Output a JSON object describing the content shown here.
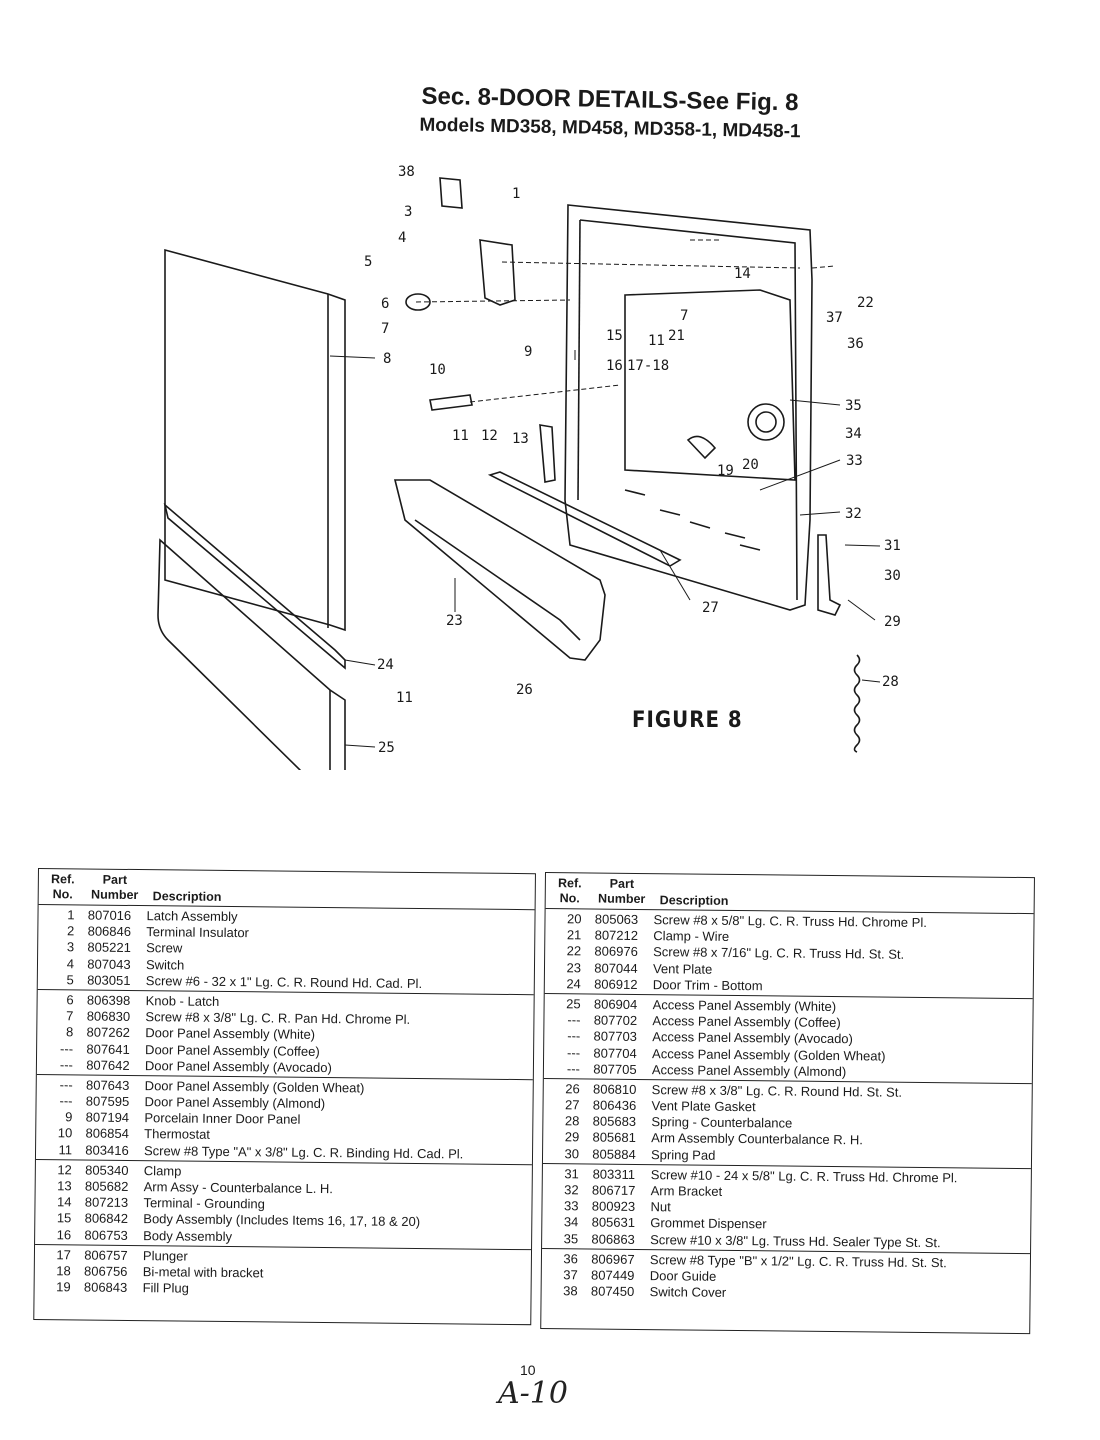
{
  "header": {
    "title": "Sec. 8-DOOR DETAILS-See Fig. 8",
    "subtitle": "Models MD358, MD458, MD358-1, MD458-1"
  },
  "figure": {
    "caption": "FIGURE 8",
    "callouts": [
      "1",
      "3",
      "4",
      "5",
      "6",
      "7",
      "8",
      "9",
      "10",
      "11",
      "12",
      "13",
      "14",
      "15",
      "16",
      "17-18",
      "19",
      "20",
      "21",
      "22",
      "23",
      "24",
      "25",
      "26",
      "27",
      "28",
      "29",
      "30",
      "31",
      "32",
      "33",
      "34",
      "35",
      "36",
      "37",
      "38"
    ]
  },
  "table_headers": {
    "ref": [
      "Ref.",
      "No."
    ],
    "part": [
      "Part",
      "Number"
    ],
    "desc": "Description"
  },
  "left_table": [
    [
      {
        "ref": "1",
        "part": "807016",
        "desc": "Latch Assembly"
      },
      {
        "ref": "2",
        "part": "806846",
        "desc": "Terminal Insulator"
      },
      {
        "ref": "3",
        "part": "805221",
        "desc": "Screw"
      },
      {
        "ref": "4",
        "part": "807043",
        "desc": "Switch"
      },
      {
        "ref": "5",
        "part": "803051",
        "desc": "Screw #6 - 32 x 1\" Lg. C. R. Round Hd. Cad. Pl."
      }
    ],
    [
      {
        "ref": "6",
        "part": "806398",
        "desc": "Knob - Latch"
      },
      {
        "ref": "7",
        "part": "806830",
        "desc": "Screw #8 x 3/8\" Lg. C. R. Pan Hd. Chrome Pl."
      },
      {
        "ref": "8",
        "part": "807262",
        "desc": "Door Panel Assembly (White)"
      },
      {
        "ref": "---",
        "part": "807641",
        "desc": "Door Panel Assembly (Coffee)"
      },
      {
        "ref": "---",
        "part": "807642",
        "desc": "Door Panel Assembly (Avocado)"
      }
    ],
    [
      {
        "ref": "---",
        "part": "807643",
        "desc": "Door Panel Assembly (Golden Wheat)"
      },
      {
        "ref": "---",
        "part": "807595",
        "desc": "Door Panel Assembly (Almond)"
      },
      {
        "ref": "9",
        "part": "807194",
        "desc": "Porcelain Inner Door Panel"
      },
      {
        "ref": "10",
        "part": "806854",
        "desc": "Thermostat"
      },
      {
        "ref": "11",
        "part": "803416",
        "desc": "Screw #8 Type \"A\" x 3/8\" Lg. C. R. Binding Hd. Cad. Pl."
      }
    ],
    [
      {
        "ref": "12",
        "part": "805340",
        "desc": "Clamp"
      },
      {
        "ref": "13",
        "part": "805682",
        "desc": "Arm Assy - Counterbalance L. H."
      },
      {
        "ref": "14",
        "part": "807213",
        "desc": "Terminal - Grounding"
      },
      {
        "ref": "15",
        "part": "806842",
        "desc": "Body Assembly (Includes Items 16, 17, 18 & 20)"
      },
      {
        "ref": "16",
        "part": "806753",
        "desc": "Body Assembly"
      }
    ],
    [
      {
        "ref": "17",
        "part": "806757",
        "desc": "Plunger"
      },
      {
        "ref": "18",
        "part": "806756",
        "desc": "Bi-metal with bracket"
      },
      {
        "ref": "19",
        "part": "806843",
        "desc": "Fill Plug"
      }
    ]
  ],
  "right_table": [
    [
      {
        "ref": "20",
        "part": "805063",
        "desc": "Screw #8 x 5/8\" Lg. C. R. Truss Hd. Chrome Pl."
      },
      {
        "ref": "21",
        "part": "807212",
        "desc": "Clamp - Wire"
      },
      {
        "ref": "22",
        "part": "806976",
        "desc": "Screw #8 x 7/16\" Lg. C. R. Truss Hd. St. St."
      },
      {
        "ref": "23",
        "part": "807044",
        "desc": "Vent Plate"
      },
      {
        "ref": "24",
        "part": "806912",
        "desc": "Door Trim - Bottom"
      }
    ],
    [
      {
        "ref": "25",
        "part": "806904",
        "desc": "Access Panel Assembly (White)"
      },
      {
        "ref": "---",
        "part": "807702",
        "desc": "Access Panel Assembly (Coffee)"
      },
      {
        "ref": "---",
        "part": "807703",
        "desc": "Access Panel Assembly (Avocado)"
      },
      {
        "ref": "---",
        "part": "807704",
        "desc": "Access Panel Assembly (Golden Wheat)"
      },
      {
        "ref": "---",
        "part": "807705",
        "desc": "Access Panel Assembly (Almond)"
      }
    ],
    [
      {
        "ref": "26",
        "part": "806810",
        "desc": "Screw #8 x 3/8\" Lg. C. R. Round Hd. St. St."
      },
      {
        "ref": "27",
        "part": "806436",
        "desc": "Vent Plate Gasket"
      },
      {
        "ref": "28",
        "part": "805683",
        "desc": "Spring - Counterbalance"
      },
      {
        "ref": "29",
        "part": "805681",
        "desc": "Arm Assembly Counterbalance R. H."
      },
      {
        "ref": "30",
        "part": "805884",
        "desc": "Spring Pad"
      }
    ],
    [
      {
        "ref": "31",
        "part": "803311",
        "desc": "Screw #10 - 24 x 5/8\" Lg. C. R. Truss Hd. Chrome Pl."
      },
      {
        "ref": "32",
        "part": "806717",
        "desc": "Arm Bracket"
      },
      {
        "ref": "33",
        "part": "800923",
        "desc": "Nut"
      },
      {
        "ref": "34",
        "part": "805631",
        "desc": "Grommet Dispenser"
      },
      {
        "ref": "35",
        "part": "806863",
        "desc": "Screw #10 x 3/8\" Lg. Truss Hd. Sealer Type St. St."
      }
    ],
    [
      {
        "ref": "36",
        "part": "806967",
        "desc": "Screw #8 Type \"B\" x 1/2\" Lg. C. R. Truss Hd. St. St."
      },
      {
        "ref": "37",
        "part": "807449",
        "desc": "Door Guide"
      },
      {
        "ref": "38",
        "part": "807450",
        "desc": "Switch Cover"
      }
    ]
  ],
  "footer": {
    "page_number": "10",
    "handwritten_note": "A-10"
  }
}
